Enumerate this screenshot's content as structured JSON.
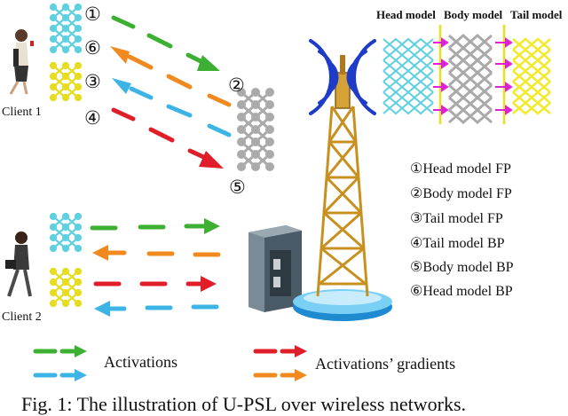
{
  "clients": [
    {
      "id": "client1",
      "label": "Client 1"
    },
    {
      "id": "client2",
      "label": "Client 2"
    }
  ],
  "arrow_numbers": [
    "①",
    "⑥",
    "③",
    "④",
    "②",
    "⑤"
  ],
  "model_headers": {
    "head": "Head model",
    "body": "Body model",
    "tail": "Tail model"
  },
  "steps": [
    {
      "marker": "①",
      "text": "Head model FP"
    },
    {
      "marker": "②",
      "text": "Body model FP"
    },
    {
      "marker": "③",
      "text": "Tail model FP"
    },
    {
      "marker": "④",
      "text": "Tail model BP"
    },
    {
      "marker": "⑤",
      "text": "Body model BP"
    },
    {
      "marker": "⑥",
      "text": "Head model BP"
    }
  ],
  "legend": {
    "activations": "Activations",
    "gradients": "Activations’ gradients"
  },
  "caption": "Fig. 1: The illustration of U-PSL over wireless networks.",
  "colors": {
    "activation_forward": "#3db033",
    "activation_backward": "#3cb4e6",
    "gradient_forward": "#e01e2a",
    "gradient_backward": "#f08a1e",
    "head_tail_net": "#5fd0e0",
    "tail_net": "#f2ea2a",
    "body_net": "#a9aaa9",
    "cut_line": "#e8e020",
    "cut_arrow": "#e020d8",
    "tower": "#c8901e",
    "radio_wave": "#1e3cc8"
  }
}
